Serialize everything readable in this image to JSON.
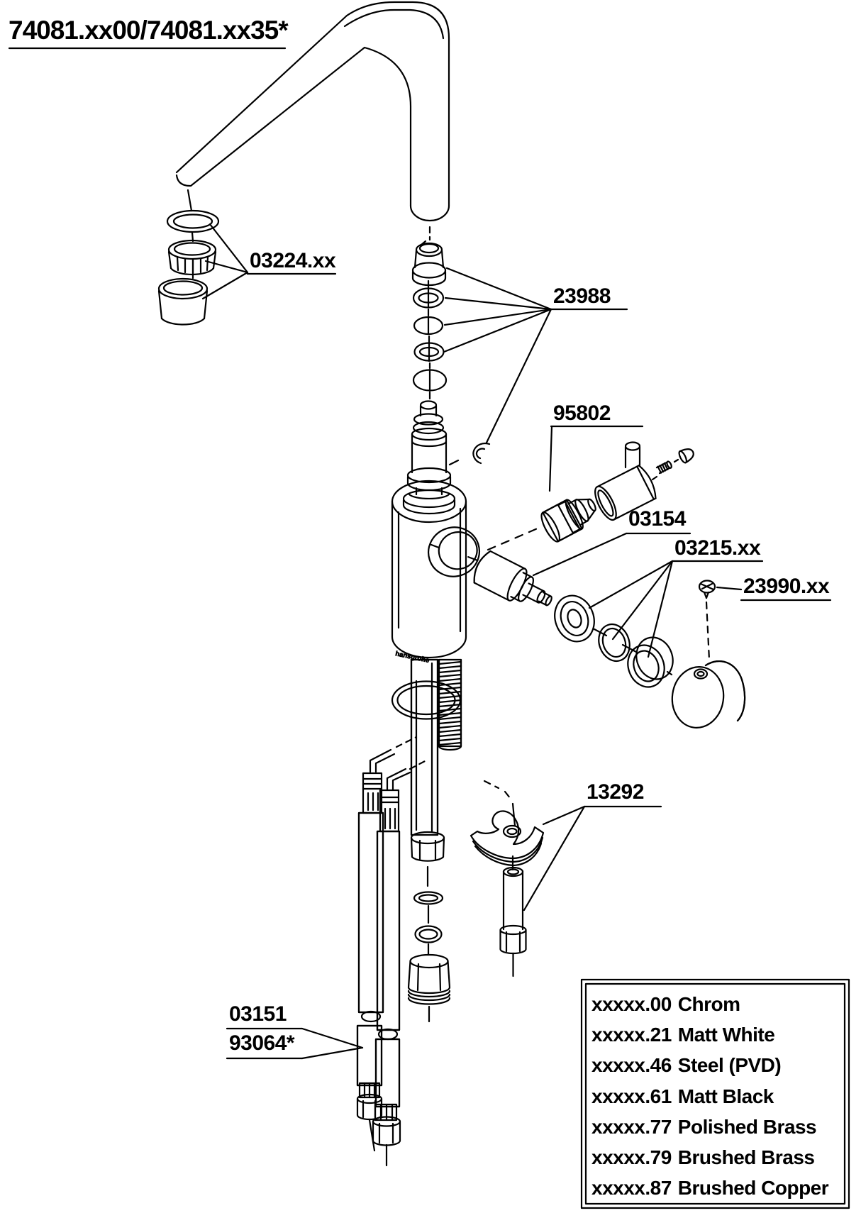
{
  "title": "74081.xx00/74081.xx35*",
  "body_logo": "hansgrohe",
  "parts": {
    "aerator": "03224.xx",
    "seal_kit": "23988",
    "cartridge": "95802",
    "adapter_sleeve": "03154",
    "seal_set": "03215.xx",
    "handle_screw": "23990.xx",
    "mounting_kit": "13292",
    "hose": "03151",
    "hose_variant": "93064*"
  },
  "legend": {
    "items": [
      {
        "code": "xxxxx.00",
        "finish": "Chrom"
      },
      {
        "code": "xxxxx.21",
        "finish": "Matt White"
      },
      {
        "code": "xxxxx.46",
        "finish": "Steel (PVD)"
      },
      {
        "code": "xxxxx.61",
        "finish": "Matt Black"
      },
      {
        "code": "xxxxx.77",
        "finish": "Polished Brass"
      },
      {
        "code": "xxxxx.79",
        "finish": "Brushed Brass"
      },
      {
        "code": "xxxxx.87",
        "finish": "Brushed Copper"
      }
    ]
  },
  "colors": {
    "line": "#000000",
    "background": "#ffffff"
  }
}
